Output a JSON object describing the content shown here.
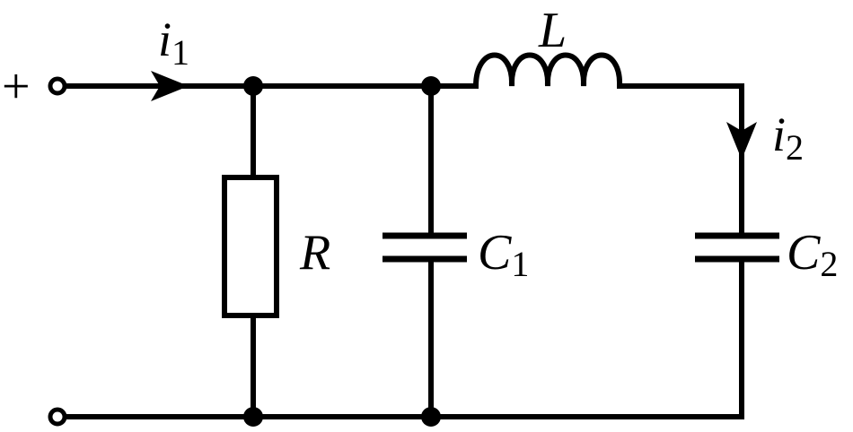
{
  "diagram": {
    "terminal_positive_sign": "+",
    "current_in": {
      "symbol": "i",
      "subscript": "1"
    },
    "current_branch": {
      "symbol": "i",
      "subscript": "2"
    },
    "resistor": {
      "symbol": "R"
    },
    "inductor": {
      "symbol": "L"
    },
    "capacitor_1": {
      "symbol": "C",
      "subscript": "1"
    },
    "capacitor_2": {
      "symbol": "C",
      "subscript": "2"
    }
  }
}
